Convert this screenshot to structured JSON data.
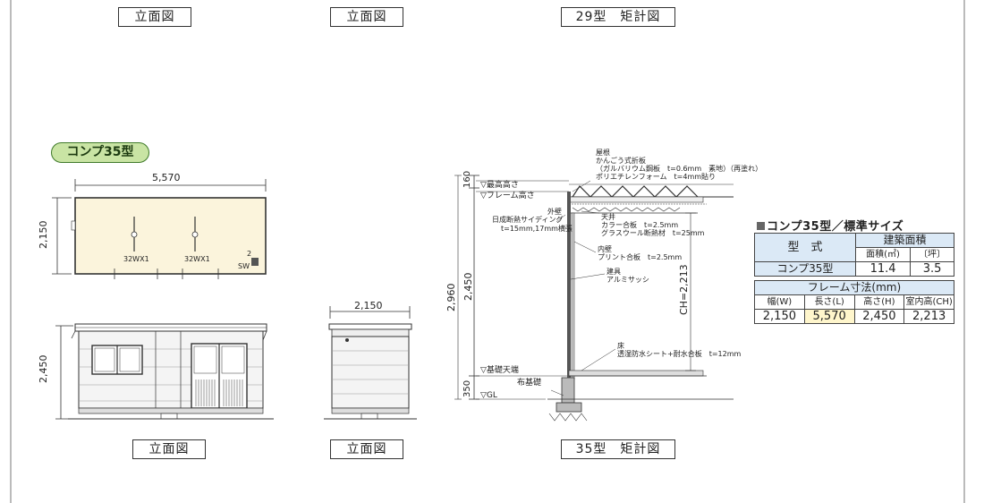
{
  "labels": {
    "elev_top_left": "立面図",
    "elev_top_mid": "立面図",
    "section_29": "29型　矩計図",
    "elev_bottom_left": "立面図",
    "elev_bottom_mid": "立面図",
    "section_35": "35型　矩計図",
    "model_badge": "コンプ35型"
  },
  "plan": {
    "length_dim": "5,570",
    "width_dim": "2,150",
    "light_left": "32WX1",
    "light_right": "32WX1",
    "switch_count": "2",
    "switch_label": "SW"
  },
  "front_elevation": {
    "height_dim": "2,450"
  },
  "side_elevation": {
    "width_dim": "2,150"
  },
  "section": {
    "dim_top": "160",
    "dim_main": "2,450",
    "dim_total": "2,960",
    "dim_bottom": "350",
    "ch": "CH=2,213",
    "level_top": "▽最高高さ",
    "level_frame": "▽フレーム高さ",
    "level_base": "▽基礎天端",
    "level_gl": "▽GL",
    "foundation": "布基礎",
    "roof_lines": [
      "屋根",
      "かんごう式折板",
      "（ガルバリウム鋼板　t=0.6mm　素地）（再塗れ）",
      "ポリエチレンフォーム　t=4mm貼り"
    ],
    "ceiling_lines": [
      "天井",
      "カラー合板　t=2.5mm",
      "グラスウール断熱材　t=25mm"
    ],
    "exterior_lines": [
      "外壁",
      "日成断熱サイディング",
      "t=15mm,17mm横張"
    ],
    "interior_lines": [
      "内壁",
      "プリント合板　t=2.5mm"
    ],
    "fixture_lines": [
      "建具",
      "アルミサッシ"
    ],
    "floor_lines": [
      "床",
      "透湿防水シート+耐水合板　t=12mm"
    ]
  },
  "spec": {
    "title": "コンプ35型／標準サイズ",
    "h_model": "型　式",
    "h_area": "建築面積",
    "h_m2": "面積(㎡)",
    "h_tsubo": "〔坪〕",
    "model": "コンプ35型",
    "area_m2": "11.4",
    "area_tsubo": "3.5",
    "h_frame": "フレーム寸法(mm)",
    "h_w": "幅(W)",
    "h_l": "長さ(L)",
    "h_h": "高さ(H)",
    "h_ch": "室内高(CH)",
    "w": "2,150",
    "l": "5,570",
    "h": "2,450",
    "ch": "2,213"
  }
}
